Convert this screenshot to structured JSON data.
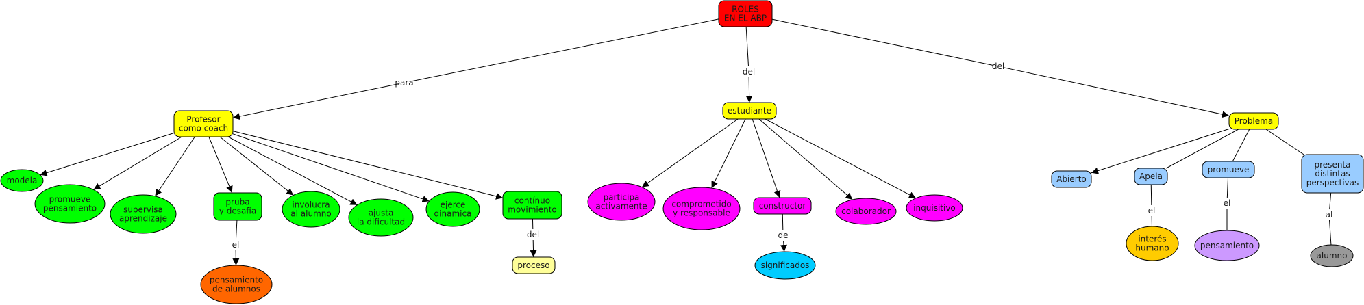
{
  "colors": {
    "red": "#ff0000",
    "yellow": "#ffff00",
    "pale_yellow": "#ffff99",
    "green": "#00ff00",
    "magenta": "#ff00ff",
    "cyan": "#00ccff",
    "orange": "#ff6600",
    "light_blue": "#99ccff",
    "gold": "#ffcc00",
    "lavender": "#cc99ff",
    "gray": "#999999",
    "stroke": "#000000"
  },
  "nodes": [
    {
      "id": "roles",
      "lines": [
        "ROLES",
        "EN EL ABP"
      ],
      "shape": "rect",
      "color": "red"
    },
    {
      "id": "profesor",
      "lines": [
        "Profesor",
        "como coach"
      ],
      "shape": "rect",
      "color": "yellow"
    },
    {
      "id": "estudiante",
      "lines": [
        "estudiante"
      ],
      "shape": "rect",
      "color": "yellow"
    },
    {
      "id": "problema",
      "lines": [
        "Problema"
      ],
      "shape": "rect",
      "color": "yellow"
    },
    {
      "id": "modela",
      "lines": [
        "modela"
      ],
      "shape": "ellipse",
      "color": "green"
    },
    {
      "id": "promueve-pens",
      "lines": [
        "promueve",
        "pensamiento"
      ],
      "shape": "ellipse",
      "color": "green"
    },
    {
      "id": "supervisa",
      "lines": [
        "supervisa",
        "aprendizaje"
      ],
      "shape": "ellipse",
      "color": "green"
    },
    {
      "id": "pruba",
      "lines": [
        "pruba",
        "y desafia"
      ],
      "shape": "rect",
      "color": "green"
    },
    {
      "id": "involucra",
      "lines": [
        "involucra",
        "al alumno"
      ],
      "shape": "ellipse",
      "color": "green"
    },
    {
      "id": "ajusta",
      "lines": [
        "ajusta",
        "la dificultad"
      ],
      "shape": "ellipse",
      "color": "green"
    },
    {
      "id": "ejerce",
      "lines": [
        "ejerce",
        "dinamica"
      ],
      "shape": "ellipse",
      "color": "green"
    },
    {
      "id": "continuo",
      "lines": [
        "contínuo",
        "movimiento"
      ],
      "shape": "rect",
      "color": "green"
    },
    {
      "id": "pens-alumnos",
      "lines": [
        "pensamiento",
        "de alumnos"
      ],
      "shape": "ellipse",
      "color": "orange"
    },
    {
      "id": "proceso",
      "lines": [
        "proceso"
      ],
      "shape": "rect",
      "color": "pale_yellow"
    },
    {
      "id": "participa",
      "lines": [
        "participa",
        "activamente"
      ],
      "shape": "ellipse",
      "color": "magenta"
    },
    {
      "id": "comprometido",
      "lines": [
        "comprometido",
        "y responsable"
      ],
      "shape": "ellipse",
      "color": "magenta"
    },
    {
      "id": "constructor",
      "lines": [
        "constructor"
      ],
      "shape": "rect",
      "color": "magenta"
    },
    {
      "id": "colaborador",
      "lines": [
        "colaborador"
      ],
      "shape": "ellipse",
      "color": "magenta"
    },
    {
      "id": "inquisitivo",
      "lines": [
        "inquisitivo"
      ],
      "shape": "ellipse",
      "color": "magenta"
    },
    {
      "id": "significados",
      "lines": [
        "significados"
      ],
      "shape": "ellipse",
      "color": "cyan"
    },
    {
      "id": "abierto",
      "lines": [
        "Abierto"
      ],
      "shape": "rect",
      "color": "light_blue"
    },
    {
      "id": "apela",
      "lines": [
        "Apela"
      ],
      "shape": "rect",
      "color": "light_blue"
    },
    {
      "id": "promueve-prob",
      "lines": [
        "promueve"
      ],
      "shape": "rect",
      "color": "light_blue"
    },
    {
      "id": "presenta",
      "lines": [
        "presenta",
        "distintas",
        "perspectivas"
      ],
      "shape": "rect",
      "color": "light_blue"
    },
    {
      "id": "interes",
      "lines": [
        "interés",
        "humano"
      ],
      "shape": "ellipse",
      "color": "gold"
    },
    {
      "id": "pensamiento-prob",
      "lines": [
        "pensamiento"
      ],
      "shape": "ellipse",
      "color": "lavender"
    },
    {
      "id": "alumno",
      "lines": [
        "alumno"
      ],
      "shape": "ellipse",
      "color": "gray"
    }
  ],
  "link_labels": [
    {
      "id": "para",
      "text": "para"
    },
    {
      "id": "del-est",
      "text": "del"
    },
    {
      "id": "del-prob",
      "text": "del"
    },
    {
      "id": "el-pruba",
      "text": "el"
    },
    {
      "id": "del-cont",
      "text": "del"
    },
    {
      "id": "de-constr",
      "text": "de"
    },
    {
      "id": "el-apela",
      "text": "el"
    },
    {
      "id": "el-promueve",
      "text": "el"
    },
    {
      "id": "al-presenta",
      "text": "al"
    }
  ],
  "edges": [
    {
      "from": "roles",
      "via": "para",
      "to": "profesor"
    },
    {
      "from": "roles",
      "via": "del-est",
      "to": "estudiante"
    },
    {
      "from": "roles",
      "via": "del-prob",
      "to": "problema"
    },
    {
      "from": "profesor",
      "to": "modela"
    },
    {
      "from": "profesor",
      "to": "promueve-pens"
    },
    {
      "from": "profesor",
      "to": "supervisa"
    },
    {
      "from": "profesor",
      "to": "pruba"
    },
    {
      "from": "profesor",
      "to": "involucra"
    },
    {
      "from": "profesor",
      "to": "ajusta"
    },
    {
      "from": "profesor",
      "to": "ejerce"
    },
    {
      "from": "profesor",
      "to": "continuo"
    },
    {
      "from": "pruba",
      "via": "el-pruba",
      "to": "pens-alumnos"
    },
    {
      "from": "continuo",
      "via": "del-cont",
      "to": "proceso"
    },
    {
      "from": "estudiante",
      "to": "participa"
    },
    {
      "from": "estudiante",
      "to": "comprometido"
    },
    {
      "from": "estudiante",
      "to": "constructor"
    },
    {
      "from": "estudiante",
      "to": "colaborador"
    },
    {
      "from": "estudiante",
      "to": "inquisitivo"
    },
    {
      "from": "constructor",
      "via": "de-constr",
      "to": "significados"
    },
    {
      "from": "problema",
      "to": "abierto"
    },
    {
      "from": "problema",
      "to": "apela",
      "plain": true
    },
    {
      "from": "problema",
      "to": "promueve-prob",
      "plain": true
    },
    {
      "from": "problema",
      "to": "presenta",
      "plain": true
    },
    {
      "from": "apela",
      "via": "el-apela",
      "to": "interes",
      "plain": true
    },
    {
      "from": "promueve-prob",
      "via": "el-promueve",
      "to": "pensamiento-prob",
      "plain": true
    },
    {
      "from": "presenta",
      "via": "al-presenta",
      "to": "alumno",
      "plain": true
    }
  ]
}
